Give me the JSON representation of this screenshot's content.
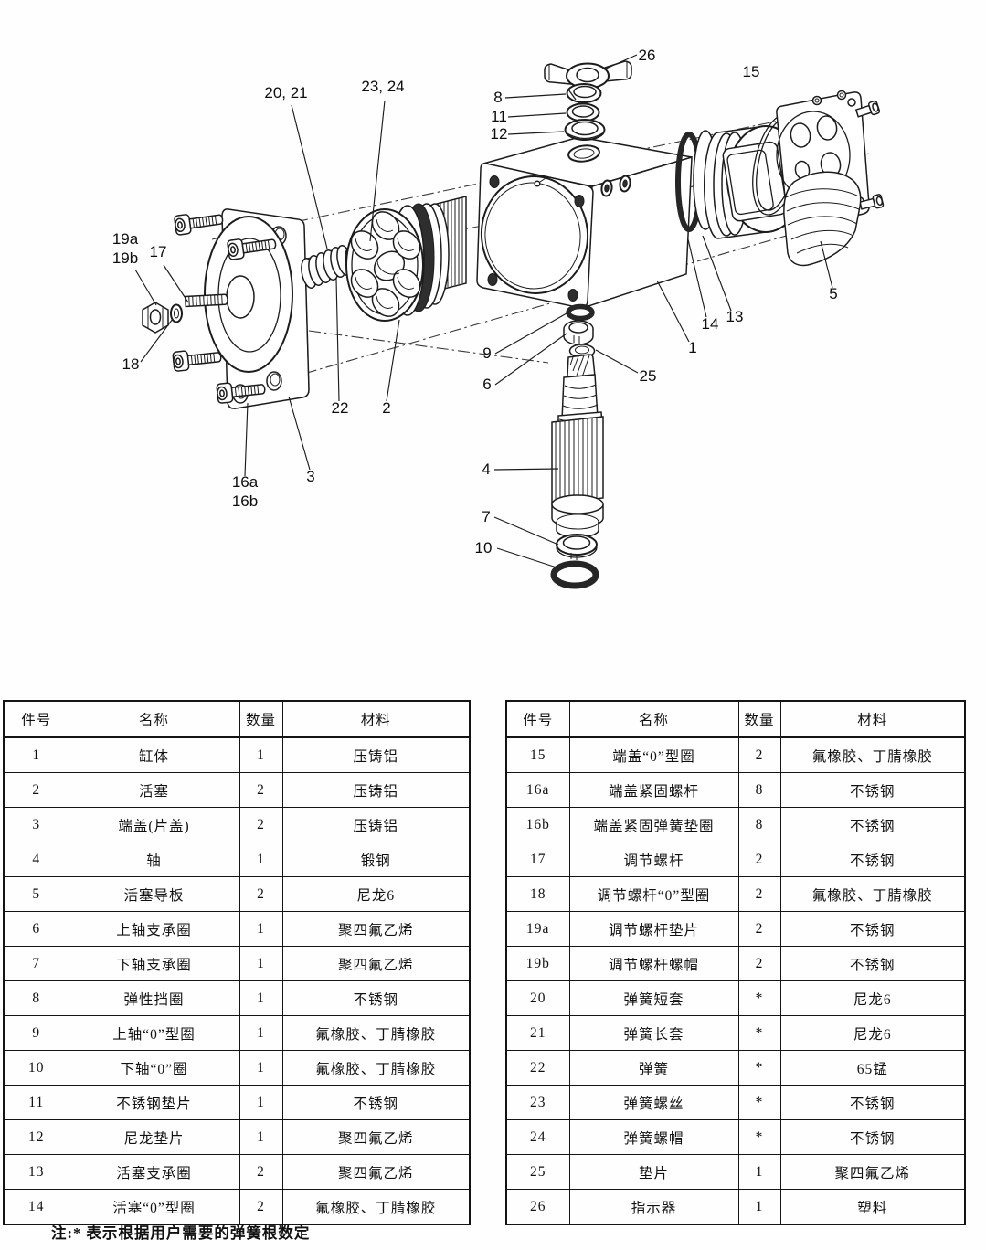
{
  "diagram": {
    "callouts": [
      {
        "text": "26"
      },
      {
        "text": "15"
      },
      {
        "text": "8"
      },
      {
        "text": "11"
      },
      {
        "text": "12"
      },
      {
        "text": "20, 21"
      },
      {
        "text": "23, 24"
      },
      {
        "text": "19a"
      },
      {
        "text": "19b"
      },
      {
        "text": "17"
      },
      {
        "text": "18"
      },
      {
        "text": "16a"
      },
      {
        "text": "16b"
      },
      {
        "text": "3"
      },
      {
        "text": "22"
      },
      {
        "text": "2"
      },
      {
        "text": "9"
      },
      {
        "text": "6"
      },
      {
        "text": "25"
      },
      {
        "text": "1"
      },
      {
        "text": "14"
      },
      {
        "text": "13"
      },
      {
        "text": "4"
      },
      {
        "text": "7"
      },
      {
        "text": "10"
      },
      {
        "text": "5"
      }
    ],
    "ink_color": "#1c1c1c",
    "paper_color": "#fefefe"
  },
  "tables": {
    "left": {
      "headers": {
        "no": "件号",
        "name": "名称",
        "qty": "数量",
        "material": "材料"
      },
      "rows": [
        {
          "no": "1",
          "name": "缸体",
          "qty": "1",
          "material": "压铸铝"
        },
        {
          "no": "2",
          "name": "活塞",
          "qty": "2",
          "material": "压铸铝"
        },
        {
          "no": "3",
          "name": "端盖(片盖)",
          "qty": "2",
          "material": "压铸铝"
        },
        {
          "no": "4",
          "name": "轴",
          "qty": "1",
          "material": "锻钢"
        },
        {
          "no": "5",
          "name": "活塞导板",
          "qty": "2",
          "material": "尼龙6"
        },
        {
          "no": "6",
          "name": "上轴支承圈",
          "qty": "1",
          "material": "聚四氟乙烯"
        },
        {
          "no": "7",
          "name": "下轴支承圈",
          "qty": "1",
          "material": "聚四氟乙烯"
        },
        {
          "no": "8",
          "name": "弹性挡圈",
          "qty": "1",
          "material": "不锈钢"
        },
        {
          "no": "9",
          "name": "上轴“0”型圈",
          "qty": "1",
          "material": "氟橡胶、丁腈橡胶"
        },
        {
          "no": "10",
          "name": "下轴“0”圈",
          "qty": "1",
          "material": "氟橡胶、丁腈橡胶"
        },
        {
          "no": "11",
          "name": "不锈钢垫片",
          "qty": "1",
          "material": "不锈钢"
        },
        {
          "no": "12",
          "name": "尼龙垫片",
          "qty": "1",
          "material": "聚四氟乙烯"
        },
        {
          "no": "13",
          "name": "活塞支承圈",
          "qty": "2",
          "material": "聚四氟乙烯"
        },
        {
          "no": "14",
          "name": "活塞“0”型圈",
          "qty": "2",
          "material": "氟橡胶、丁腈橡胶"
        }
      ]
    },
    "right": {
      "headers": {
        "no": "件号",
        "name": "名称",
        "qty": "数量",
        "material": "材料"
      },
      "rows": [
        {
          "no": "15",
          "name": "端盖“0”型圈",
          "qty": "2",
          "material": "氟橡胶、丁腈橡胶"
        },
        {
          "no": "16a",
          "name": "端盖紧固螺杆",
          "qty": "8",
          "material": "不锈钢"
        },
        {
          "no": "16b",
          "name": "端盖紧固弹簧垫圈",
          "qty": "8",
          "material": "不锈钢"
        },
        {
          "no": "17",
          "name": "调节螺杆",
          "qty": "2",
          "material": "不锈钢"
        },
        {
          "no": "18",
          "name": "调节螺杆“0”型圈",
          "qty": "2",
          "material": "氟橡胶、丁腈橡胶"
        },
        {
          "no": "19a",
          "name": "调节螺杆垫片",
          "qty": "2",
          "material": "不锈钢"
        },
        {
          "no": "19b",
          "name": "调节螺杆螺帽",
          "qty": "2",
          "material": "不锈钢"
        },
        {
          "no": "20",
          "name": "弹簧短套",
          "qty": "*",
          "material": "尼龙6"
        },
        {
          "no": "21",
          "name": "弹簧长套",
          "qty": "*",
          "material": "尼龙6"
        },
        {
          "no": "22",
          "name": "弹簧",
          "qty": "*",
          "material": "65锰"
        },
        {
          "no": "23",
          "name": "弹簧螺丝",
          "qty": "*",
          "material": "不锈钢"
        },
        {
          "no": "24",
          "name": "弹簧螺帽",
          "qty": "*",
          "material": "不锈钢"
        },
        {
          "no": "25",
          "name": "垫片",
          "qty": "1",
          "material": "聚四氟乙烯"
        },
        {
          "no": "26",
          "name": "指示器",
          "qty": "1",
          "material": "塑料"
        }
      ]
    }
  },
  "note": {
    "text": "注:* 表示根据用户需要的弹簧根数定"
  }
}
